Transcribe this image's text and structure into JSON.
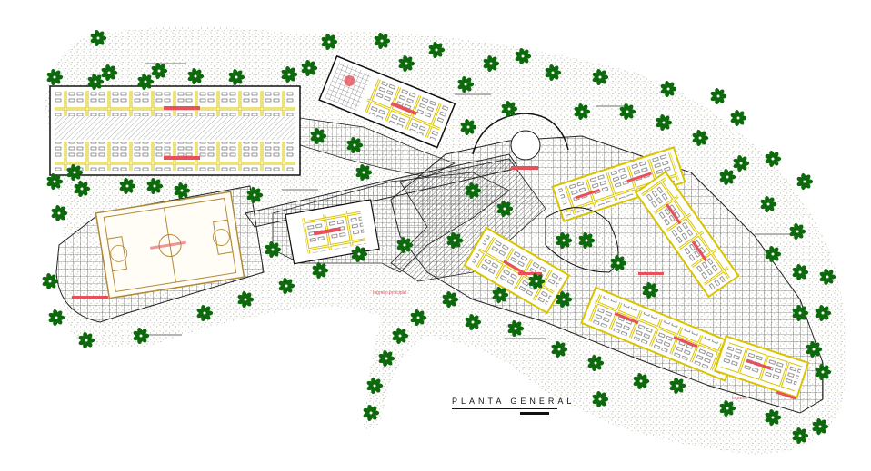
{
  "drawing": {
    "title": "PLANTA GENERAL",
    "access_main": "Ingreso principal",
    "access_secondary": "Ingreso"
  },
  "colors": {
    "tree": "#0c6a0c",
    "tree_center": "#ffffff",
    "room_label": "#e8505b",
    "wall": "#d9c400",
    "line": "#111111",
    "grid": "#2a2a2a",
    "stipple": "#8a8a6a",
    "field": "#b08a3a"
  }
}
